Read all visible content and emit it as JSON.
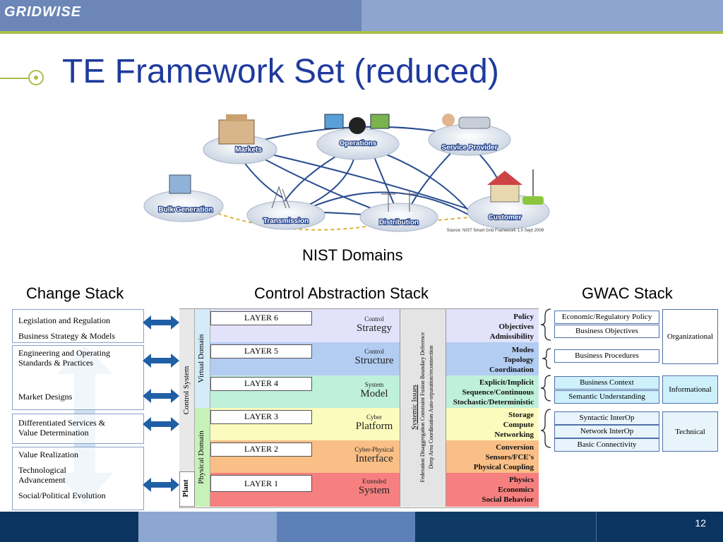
{
  "header": {
    "logo_text": "GRIDWISE",
    "title": "TE Framework Set (reduced)"
  },
  "nist": {
    "caption": "NIST Domains",
    "nodes": [
      {
        "label": "Markets"
      },
      {
        "label": "Operations"
      },
      {
        "label": "Service Provider"
      },
      {
        "label": "Bulk Generation"
      },
      {
        "label": "Transmission"
      },
      {
        "label": "Distribution"
      },
      {
        "label": "Customer"
      }
    ],
    "source": "Source:  NIST Smart Grid Framework 1.0 Sept 2009"
  },
  "change_stack": {
    "caption": "Change Stack",
    "groups": [
      {
        "items": [
          "Legislation and Regulation",
          "Business Strategy & Models"
        ]
      },
      {
        "items": [
          "Engineering and Operating Standards & Practices",
          "Market Designs"
        ]
      },
      {
        "items": [
          "Differentiated Services & Value Determination"
        ]
      },
      {
        "items": [
          "Value Realization",
          "Technological Advancement",
          "Social/Political Evolution"
        ]
      }
    ]
  },
  "control_stack": {
    "caption": "Control Abstraction Stack",
    "control_system": "Control System",
    "virtual_domain": "Virtual Domain",
    "physical_domain": "Physical Domain",
    "plant": "Plant",
    "systemic_title": "Systemic Issues",
    "systemic_line1": "Federation  Disaggregation  Constraint Fusion  Boundary Deference",
    "systemic_line2": "Deep Area Coordination   Auto-separation/reconnection",
    "layers": [
      {
        "label": "LAYER 6",
        "small": "Control",
        "big": "Strategy",
        "right": [
          "Policy",
          "Objectives",
          "Admissibility"
        ],
        "color": "#e2e2fa"
      },
      {
        "label": "LAYER 5",
        "small": "Control",
        "big": "Structure",
        "right": [
          "Modes",
          "Topology",
          "Coordination"
        ],
        "color": "#b3cdf2"
      },
      {
        "label": "LAYER 4",
        "small": "System",
        "big": "Model",
        "right": [
          "Explicit/Implicit",
          "Sequence/Continuous",
          "Stochastic/Deterministic"
        ],
        "color": "#bff0da"
      },
      {
        "label": "LAYER 3",
        "small": "Cyber",
        "big": "Platform",
        "right": [
          "Storage",
          "Compute",
          "Networking"
        ],
        "color": "#fbfbbe"
      },
      {
        "label": "LAYER 2",
        "small": "Cyber-Physical",
        "big": "Interface",
        "right": [
          "Conversion",
          "Sensors/FCE's",
          "Physical Coupling"
        ],
        "color": "#f9bf86"
      },
      {
        "label": "LAYER 1",
        "small": "Extended",
        "big": "System",
        "right": [
          "Physics",
          "Economics",
          "Social Behavior"
        ],
        "color": "#f68080"
      }
    ]
  },
  "gwac": {
    "caption": "GWAC Stack",
    "groups": [
      {
        "category": "Organizational",
        "items": [
          "Economic/Regulatory Policy",
          "Business Objectives",
          "Business Procedures"
        ]
      },
      {
        "category": "Informational",
        "items": [
          "Business Context",
          "Semantic Understanding"
        ]
      },
      {
        "category": "Technical",
        "items": [
          "Syntactic InterOp",
          "Network InterOp",
          "Basic Connectivity"
        ]
      }
    ]
  },
  "footer": {
    "page_number": "12"
  }
}
